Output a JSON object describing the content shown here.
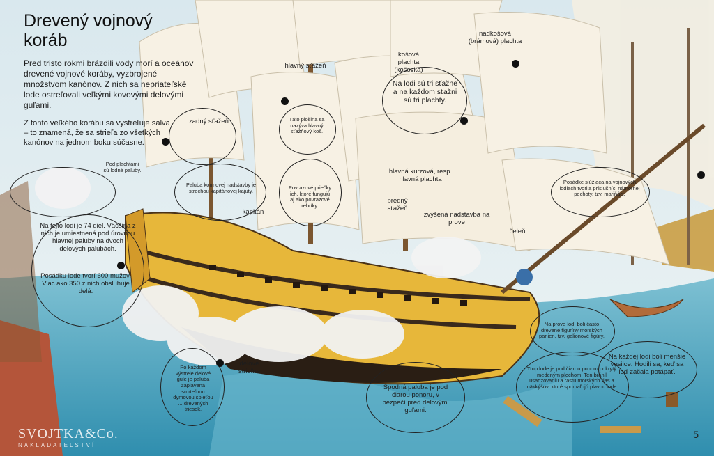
{
  "page": {
    "title": "Drevený vojnový koráb",
    "intro_paragraph": "Pred tristo rokmi brázdili vody morí a oceánov drevené vojnové koráby, vyzbrojené množstvom kanónov. Z nich sa nepriateľské lode ostreľovali veľkými kovovými delovými guľami.",
    "salvo_paragraph": "Z tonto veľkého korábu sa vystreľuje salva – to znamená, že sa strieľa zo všetkých kanónov na jednom boku súčasne.",
    "page_number": "5",
    "publisher_logo": "SVOJTKA&Co.",
    "publisher_sub": "NAKLADATELSTVÍ"
  },
  "labels": {
    "main_topmast": "hlavný sťažeň",
    "rear_mast": "zadný sťažeň",
    "small_platform": "Táto plošina sa nazýva hlavný sťažňový koš.",
    "topgallant_sail": "košová plachta (košovka)",
    "royal_sail": "nadkošová (brámová) plachta",
    "three_masts": "Na lodi sú tri sťažne a na každom sťažni sú tri plachty.",
    "main_course": "hlavná kurzová, resp. hlavná plachta",
    "captain_quarters": "Paluba kormovej nadstavby je strechou kapitánovej kajuty.",
    "captain": "kapitán",
    "ladders": "Povrazové priečky ich, ktoré fungujú aj ako povrazové rebríky.",
    "foremast": "predný sťažeň",
    "forecastle": "zvýšená nadstavba na prove",
    "bow": "čeleň",
    "small_ship": "Pod plachtami sú lodné paluby.",
    "crew_74": "Na tejto lodi je 74 diel. Väčšina z nich je umiestnená pod úrovňou hlavnej paluby na dvoch delových palubách.",
    "crew_600": "Posádku lode tvorí 600 mužov. Viac ako 350 z nich obsluhuje delá.",
    "cannons": "delové strieľne",
    "gunpowder": "Po každom výstrele delové gule je paluba zaplavená smrteľnou dymovou spleťou ... drevených triesok.",
    "lower_deck": "Spodná paluba je pod čiarou ponoru, v bezpečí pred delovými guľami.",
    "figurehead": "Na prove lodí boli často drevené figuríny morských panien, tzv. galionové figúry.",
    "hull": "Trup lode je pod čiarou ponoru pokrytý medeným plechom. Ten bránil usadzovaniu a rastu morských rias a mäkkýšov, ktoré spomaľujú plavbu lode.",
    "marines": "Posádke slúžiaca na vojnových lodiach tvorila príslušníci námornej pechoty, tzv. mariňáci.",
    "lifeboat": "Na každej lodi boli menšie vesiice. Hodili sa, keď sa loď začala potápať."
  },
  "colors": {
    "sky": "#cfe3ea",
    "sea": "#4fa7c2",
    "sail": "#f6f0e2",
    "hull_yellow": "#e7b73a",
    "hull_dark": "#3a2a1c",
    "ink": "#1d1d1d"
  }
}
